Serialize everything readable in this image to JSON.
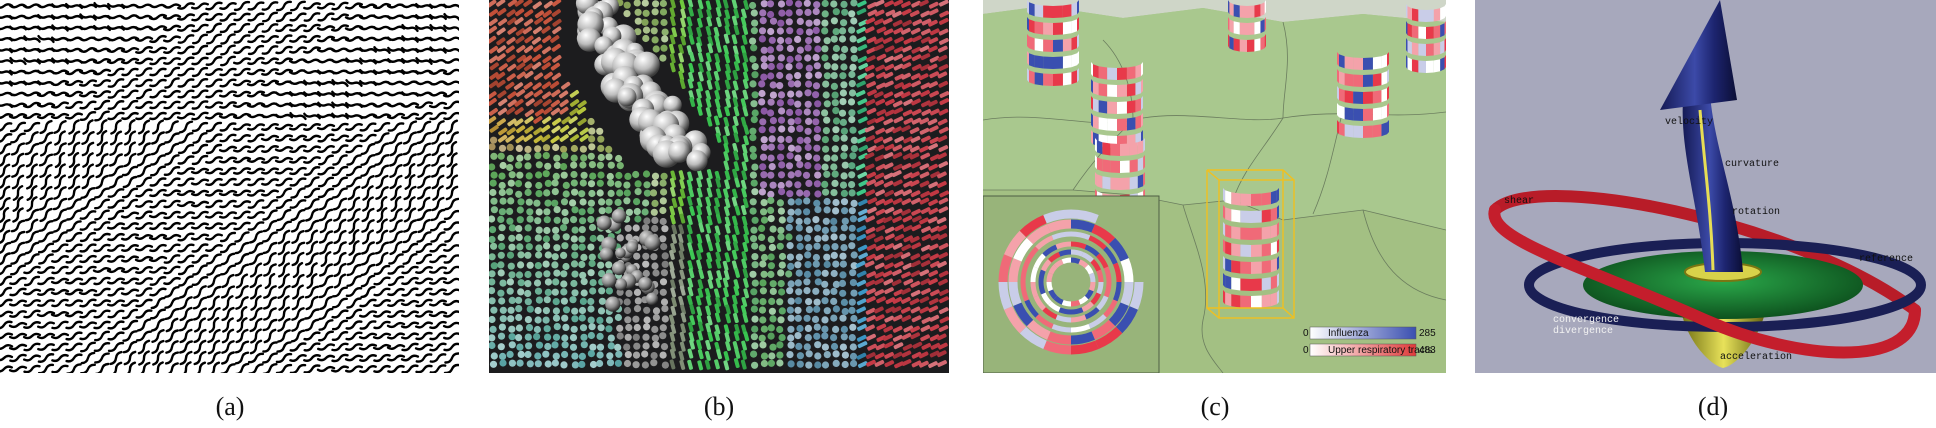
{
  "captions": [
    "(a)",
    "(b)",
    "(c)",
    "(d)"
  ],
  "panel_c": {
    "legend": [
      {
        "min": "0",
        "label": "Influenza",
        "max": "285",
        "color": "#3a4fb0"
      },
      {
        "min": "0",
        "label": "Upper respiratory tracts",
        "max": "483",
        "color": "#e03a3a"
      }
    ]
  },
  "panel_d": {
    "labels": {
      "velocity": "velocity",
      "curvature": "curvature",
      "rotation": "rotation",
      "shear": "shear",
      "reference": "reference",
      "convergence": "convergence",
      "divergence": "divergence",
      "acceleration": "acceleration"
    }
  }
}
